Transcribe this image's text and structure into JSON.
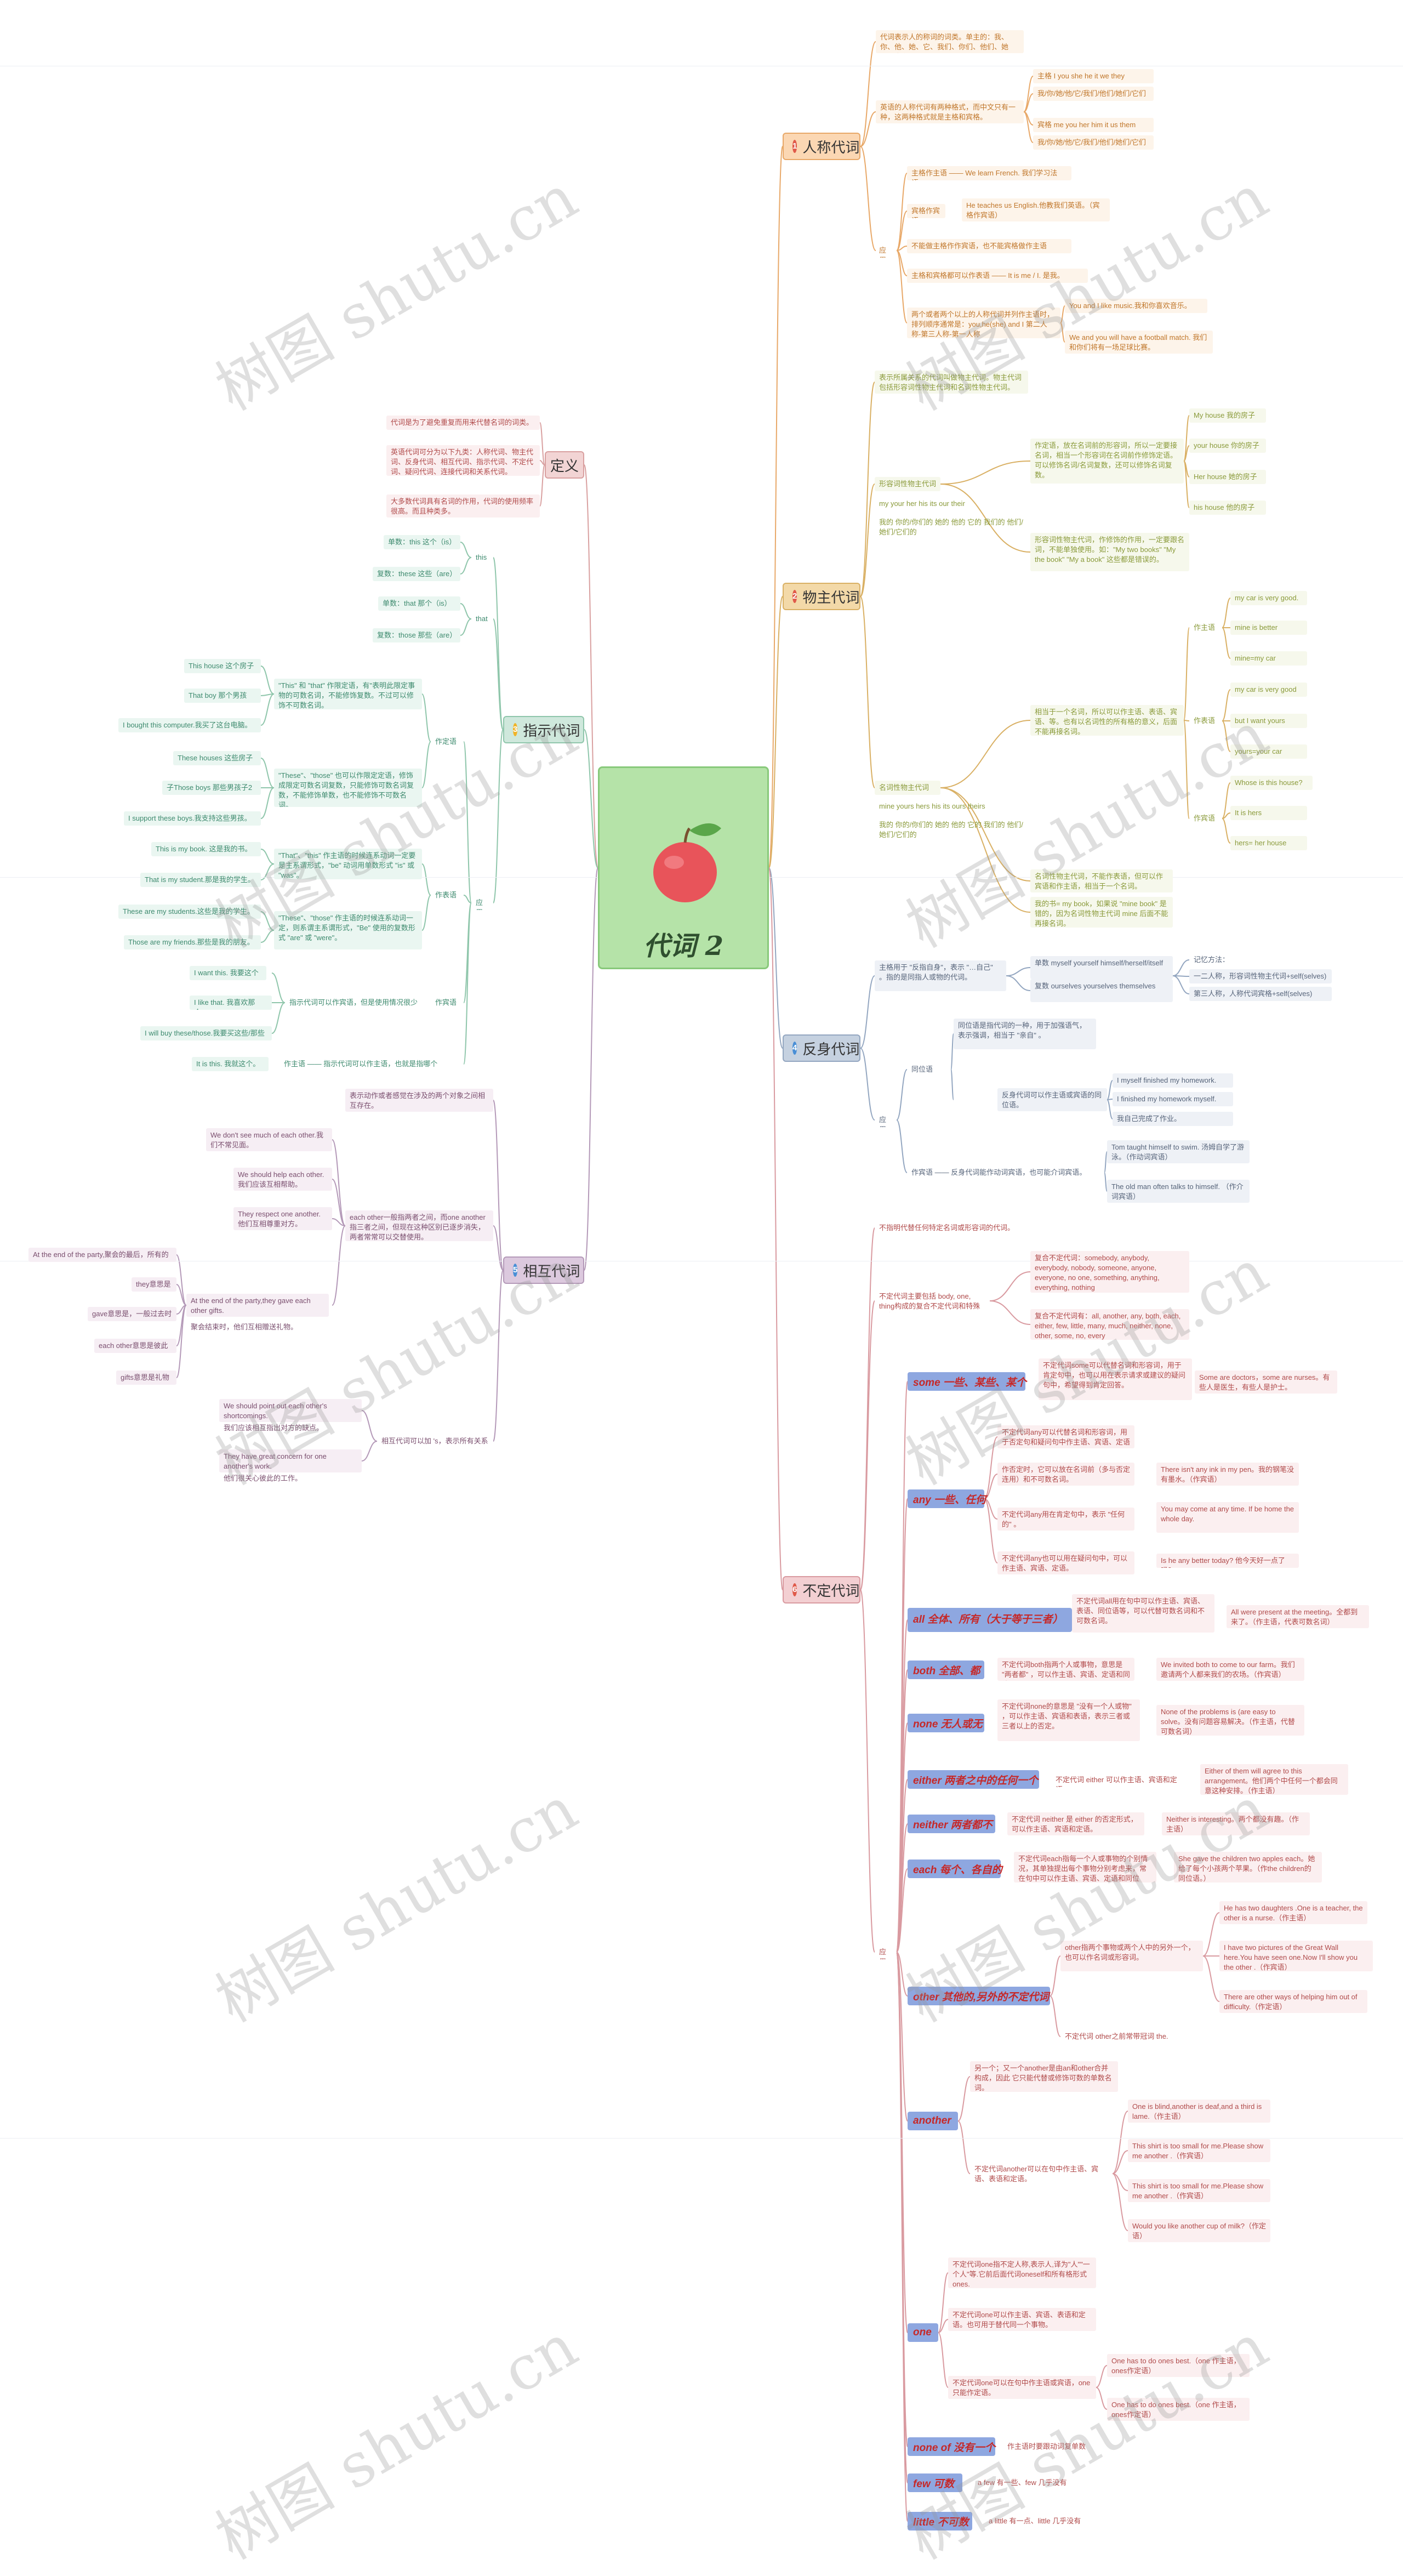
{
  "root": {
    "title": "代词 2"
  },
  "branches": {
    "b1": {
      "num": "1",
      "label": "人称代词",
      "color": "#fbd7b3",
      "border": "#e8a868",
      "badge": "#e05a4a"
    },
    "b2": {
      "num": "2",
      "label": "物主代词",
      "color": "#f3d9a8",
      "border": "#d9b064",
      "badge": "#e05a4a"
    },
    "b4": {
      "num": "4",
      "label": "反身代词",
      "color": "#c5d1e0",
      "border": "#93a6c0",
      "badge": "#4a8fd6"
    },
    "b6": {
      "num": "6",
      "label": "不定代词",
      "color": "#f3cfd2",
      "border": "#d99aa0",
      "badge": "#e05a4a"
    },
    "def": {
      "num": "",
      "label": "定义",
      "color": "#f2d4d4",
      "border": "#d9a0a0",
      "badge": "#e05a4a"
    },
    "b3": {
      "num": "3",
      "label": "指示代词",
      "color": "#cfe8dc",
      "border": "#8fc6ab",
      "badge": "#f0b429"
    },
    "b5": {
      "num": "5",
      "label": "相互代词",
      "color": "#dcc9de",
      "border": "#b499b8",
      "badge": "#4a8fd6"
    }
  },
  "pronoun_personal": {
    "n1": "代词表示人的称词的词类。单主的：我、你、他、她、它、我们、你们、他们、她们、它们",
    "n2": "英语的人称代词有两种格式，而中文只有一种，这两种格式就是主格和宾格。",
    "n3": "主格 I you she he it we they",
    "n4": "我/你/她/他/它/我们/他们/她们/它们",
    "n5": "宾格 me you her him it us them",
    "n6": "我/你/她/他/它/我们/他们/她们/它们",
    "yong": "应用",
    "n7": "主格作主语 —— We learn French. 我们学习法语。",
    "n8": "宾格作宾语",
    "n9": "He teaches us English.他教我们英语。（宾格作宾语）",
    "n10": "不能做主格作作宾语，也不能宾格做作主语",
    "n11": "主格和宾格都可以作表语 —— It is me / I. 是我。",
    "n12": "两个或者两个以上的人称代词并列作主语时，排列顺序通常是：you,he(she) and I 第二人称-第三人称-第一人称",
    "n13": "You and I like music.我和你喜欢音乐。",
    "n14": "We and you will have a football match. 我们和你们将有一场足球比赛。"
  },
  "pronoun_possessive": {
    "n1": "表示所属关系的代词叫做物主代词。物主代词包括形容词性物主代词和名词性物主代词。",
    "n2": "形容词性物主代词",
    "n3": "my  your  her  his  its  our  their",
    "n4": "我的  你的/你们的  她的  他的  它的  我们的  他们/她们/它们的",
    "n5": "作定语，放在名词前的形容词，所以一定要接名词，相当一个形容词在名词前作修饰定语。可以修饰名词/名词复数，还可以修饰名词复数。",
    "n6": "My house 我的房子",
    "n7": "your house 你的房子",
    "n8": "Her house 她的房子",
    "n9": "his house 他的房子",
    "n10": "形容词性物主代词，作修饰的作用，一定要跟名词，不能单独使用。如：\"My two books\" \"My the book\" \"My a book\" 这些都是错误的。",
    "n11": "名词性物主代词",
    "n12": "mine  yours  hers  his  its  ours  theirs",
    "n13": "我的  你的/你们的  她的  他的  它的  我们的  他们/她们/它们的",
    "n14": "相当于一个名词，所以可以作主语、表语、宾语、等。也有以名词性的所有格的意义，后面不能再接名词。",
    "n15": "作主语",
    "n16": "my car is very good.",
    "n17": "mine is better",
    "n18": "mine=my car",
    "n19": "作表语",
    "n20": "my car is very good",
    "n21": "but I want yours",
    "n22": "yours=your car",
    "n23": "作宾语",
    "n24": "Whose is this house?",
    "n25": "It is hers",
    "n26": "hers= her house",
    "n27": "名词性物主代词，不能作表语，但可以作宾语和作主语，相当于一个名词。",
    "n28": "我的书= my book，如果说 \"mine book\" 是错的，因为名词性物主代词 mine 后面不能再接名词。"
  },
  "pronoun_reflexive": {
    "n1": "主格用于 \"反指自身\"，表示 \"…自己\" 。指的是同指人或物的代词。",
    "n2": "单数 myself yourself himself/herself/itself",
    "n3": "复数 ourselves yourselves themselves",
    "n4": "记忆方法：",
    "n5": "一二人称，形容词性物主代词+self(selves)",
    "n6": "第三人称，人称代词宾格+self(selves)",
    "yong": "应用",
    "n7": "同位语",
    "n8": "同位语是指代词的一种，用于加强语气，表示强调，相当于 \"亲自\" 。",
    "n9": "I myself finished my homework.",
    "n10": "I finished my homework myself.",
    "n11": "我自己完成了作业。",
    "n12": "反身代词可以作主语或宾语的同位语。",
    "n13": "作宾语 —— 反身代词能作动词宾语，也可能介词宾语。",
    "n14": "Tom taught himself to swim. 汤姆自学了游泳。（作动词宾语）",
    "n15": "The old man often talks to himself. （作介词宾语）"
  },
  "pronoun_indefinite": {
    "n1": "不指明代替任何特定名词或形容词的代词。",
    "n2": "不定代词主要包括 body, one, thing构成的复合不定代词和特殊不定代词",
    "n3": "复合不定代词：somebody, anybody, everybody, nobody, someone, anyone, everyone, no one, something, anything, everything, nothing",
    "n4": "复合不定代词有：all, another, any, both, each, either, few, little, many, much, neither, none, other, some, no, every",
    "yong": "应用",
    "some": "some 一些、某些、某个",
    "some_n": "不定代词some可以代替名词和形容词，用于肯定句中，也可以用在表示请求或建议的疑问句中，希望得到肯定回答。",
    "some_ex": "Some are doctors，some are nurses。有些人是医生，有些人是护士。",
    "any": "any 一些、任何",
    "any_n1": "不定代词any可以代替名词和形容词，用于否定句和疑问句中作主语、宾语、定语等。",
    "any_n2": "作否定时，它可以放在名词前（多与否定连用）和不可数名词。",
    "any_ex2": "There isn't any ink in my pen。我的钢笔没有墨水。（作宾语）",
    "any_n3": "不定代词any用在肯定句中，表示 \"任何的\" 。",
    "any_ex3": "You may come at any time.  If be home the whole day.",
    "any_n4": "不定代词any也可以用在疑问句中，可以作主语、宾语、定语。",
    "any_ex4": "Is he any better today? 他今天好一点了吗？",
    "all": "all 全体、所有（大于等于三者）",
    "all_n": "不定代词all用在句中可以作主语、宾语、表语、同位语等，可以代替可数名词和不可数名词。",
    "all_ex": "All were present at the meeting。全都到来了。（作主语，代表可数名词）",
    "both": "both 全部、都",
    "both_n": "不定代词both指两个人或事物，意思是 \"两者都\" ，可以作主语、宾语、定语和同位语。",
    "both_ex": "We invited both to come to our farm。我们邀请两个人都来我们的农场。（作宾语）",
    "none": "none 无人或无",
    "none_n": "不定代词none的意思是 \"没有一个人或物\" ，可以作主语、宾语和表语，表示三者或三者以上的否定。",
    "none_ex": "None of the problems is (are easy to solve。没有问题容易解决。（作主语，代替可数名词）",
    "either": "either 两者之中的任何一个",
    "either_n": "不定代词 either 可以作主语、宾语和定语。",
    "either_ex": "Either of them will agree to this arrangement。他们两个中任何一个都会同意这种安排。（作主语）",
    "neither": "neither 两者都不",
    "neither_n": "不定代词 neither 是 either 的否定形式，可以作主语、宾语和定语。",
    "neither_ex": "Neither is interesting。两个都没有趣。（作主语）",
    "each": "each 每个、各自的",
    "each_n": "不定代词each指每一个人或事物的个别情况，其单独提出每个事物分别考虑来，常在句中可以作主语、宾语、定语和同位语。",
    "each_ex": "She gave the children two apples each。她给了每个小孩两个苹果。（作the children的同位语。）",
    "other": "other 其他的,另外的不定代词",
    "other_n": "other指两个事物或两个人中的另外一个，也可以作名词或形容词。",
    "other_ex1": "He has two daughters .One is a teacher, the other is a nurse.（作主语）",
    "other_ex2": "I have two pictures of the Great Wall here.You have seen one.Now   I'll show you the other .（作宾语）",
    "other_ex3": "There are other ways of helping him out of difficulty.（作定语）",
    "other_n2": "不定代词 other之前常带冠词 the.",
    "another": "another",
    "another_n1": "另一个；又一个another是由an和other合并构成，因此 它只能代替或修饰可数的单数名词。",
    "another_n2": "不定代词another可以在句中作主语、宾语、表语和定语。",
    "another_ex1": "One is blind,another is deaf,and a third is lame.（作主语）",
    "another_ex2": "This shirt is too small for me.Please show me another .（作宾语）",
    "another_ex3": "This shirt is too small for me.Please show me another .（作宾语）",
    "another_ex4": "Would you like another cup of milk?（作定语）",
    "one": "one",
    "one_n1": "不定代词one指不定人称,表示人,译为\"人\"\"一个人\"等.它前后面代词oneself和所有格形式ones.",
    "one_n2": "不定代词one可以作主语、宾语、表语和定语。也可用于替代同一个事物。",
    "one_n3": "不定代词one可以在句中作主语或宾语，one只能作定语。",
    "one_ex1": "One has to do ones best.（one 作主语，ones作定语）",
    "one_ex2": "One has to do ones best.（one 作主语，ones作定语）",
    "noneof": "none of 没有一个",
    "noneof_n": "作主语时要跟动词复单数",
    "few": "few 可数",
    "few_n": "a few 有一些、few 几乎没有",
    "little": "little 不可数",
    "little_n": "a little 有一点、little 几乎没有"
  },
  "definition": {
    "n1": "代词是为了避免重复而用来代替名词的词类。",
    "n2": "英语代词可分为以下九类：人称代词、物主代词、反身代词、相互代词、指示代词、不定代词、疑问代词、连接代词和关系代词。",
    "n3": "大多数代词具有名词的作用，代词的使用频率很高。而且种类多。"
  },
  "pronoun_demonstrative": {
    "this": "this",
    "this_s": "单数：this 这个（is）",
    "this_p": "复数：these 这些（are）",
    "that": "that",
    "that_s": "单数：that 那个（is）",
    "that_p": "复数：those 那些（are）",
    "dingyu": "作定语",
    "d_n1": "\"This\" 和 \"that\" 作限定语，有\"表明此限定事物的可数名词，不能修饰复数。不过可以修饰不可数名词。",
    "d_ex1": "This house 这个房子",
    "d_ex2": "That boy 那个男孩",
    "d_ex3": "I bought this computer.我买了这台电脑。",
    "d_n2": "\"These\"、\"those\" 也可以作限定定语，修饰成限定可数名词复数，只能修饰可数名词复数，不能修饰单数，也不能修饰不可数名词。",
    "d_ex4": "These houses 这些房子",
    "d_ex5": "子Those boys 那些男孩子2",
    "d_ex6": "I support these boys.我支持这些男孩。",
    "biaoyu": "作表语",
    "b_n1": "\"That\"、\"this\" 作主语的时候连系动词一定要是主系谓形式，\"be\" 动词用单数形式 \"is\" 或 \"was\"。",
    "b_ex1": "This is my book. 这是我的书。",
    "b_ex2": "That is my student.那是我的学生。",
    "b_n2": "\"These\"、\"those\" 作主语的时候连系动词一定，则系谓主系谓形式，\"Be\" 使用的复数形式 \"are\" 或 \"were\"。",
    "b_ex3": "These are my students.这些是我的学生。",
    "b_ex4": "Those are my friends.那些是我的朋友。",
    "zhuyu": "作宾语",
    "z_n": "指示代词可以作宾语，但是使用情况很少",
    "z_ex1": "I want this. 我要这个",
    "z_ex2": "I like that. 我喜欢那个。",
    "z_ex3": "I will buy these/those.我要买这些/那些",
    "zhu": "作主语 —— 指示代词可以作主语，也就是指哪个",
    "zhu_ex": "It is this. 我就这个。",
    "yong": "应用"
  },
  "pronoun_reciprocal": {
    "n1": "表示动作或者感觉在涉及的两个对象之间相互存在。",
    "each_other": "each other一般指两者之间，而one another 指三者之间，但现在这种区别已逐步消失，两者常常可以交替使用。",
    "ex1": "We don't see much of each other.我们不常见面。",
    "ex2": "We should help each other.我们应该互相帮助。",
    "ex3": "They respect one another.他们互相尊重对方。",
    "ex4": "At the end of the party,they gave each other gifts.",
    "ex5": "聚会结束时，他们互相赠送礼物。",
    "ex4a": "At the end of the party,聚会的最后，所有的",
    "ex4b": "they意思是",
    "ex4c": "gave意思是，一般过去时",
    "ex4d": "each other意思是彼此",
    "ex4e": "gifts意思是礼物",
    "poss": "相互代词可以加 's，表示所有关系",
    "ex6": "We should point out each other's shortcomings.",
    "ex6b": "我们应该相互指出对方的缺点。",
    "ex7": "They have great concern for one another's work.",
    "ex7b": "他们很关心彼此的工作。"
  },
  "watermark": "树图 shutu.cn"
}
